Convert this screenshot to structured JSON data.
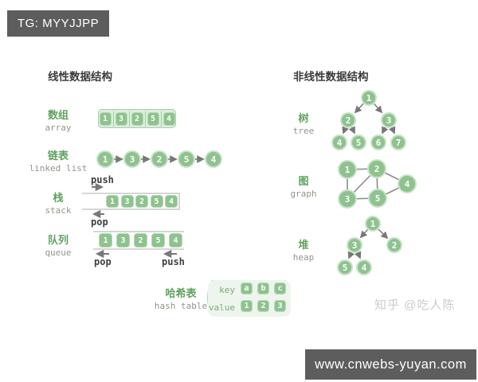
{
  "badges": {
    "top": "TG: MYYJJPP",
    "bottom": "www.cnwebs-yuyan.com"
  },
  "watermark": "知乎 @吃人陈",
  "linear": {
    "heading": "线性数据结构",
    "array": {
      "zh": "数组",
      "en": "array",
      "values": [
        "1",
        "3",
        "2",
        "5",
        "4"
      ]
    },
    "linked_list": {
      "zh": "链表",
      "en": "linked list",
      "values": [
        "1",
        "3",
        "2",
        "5",
        "4"
      ]
    },
    "stack": {
      "zh": "栈",
      "en": "stack",
      "values": [
        "1",
        "3",
        "2",
        "5",
        "4"
      ],
      "push": "push",
      "pop": "pop"
    },
    "queue": {
      "zh": "队列",
      "en": "queue",
      "values": [
        "1",
        "3",
        "2",
        "5",
        "4"
      ],
      "push": "push",
      "pop": "pop"
    },
    "hash_table": {
      "zh": "哈希表",
      "en": "hash table",
      "key_label": "key",
      "value_label": "value",
      "keys": [
        "a",
        "b",
        "c"
      ],
      "values": [
        "1",
        "2",
        "3"
      ]
    }
  },
  "nonlinear": {
    "heading": "非线性数据结构",
    "tree": {
      "zh": "树",
      "en": "tree",
      "nodes": [
        "1",
        "2",
        "3",
        "4",
        "5",
        "6",
        "7"
      ]
    },
    "graph": {
      "zh": "图",
      "en": "graph",
      "nodes": [
        "1",
        "2",
        "3",
        "4",
        "5"
      ]
    },
    "heap": {
      "zh": "堆",
      "en": "heap",
      "nodes": [
        "1",
        "3",
        "2",
        "5",
        "4"
      ]
    }
  },
  "colors": {
    "node_green": "#8ec28e",
    "light_green": "#dceedc",
    "label_green": "#5fa25f",
    "badge_gray": "#5d5d5d",
    "arrow_gray": "#787878"
  }
}
